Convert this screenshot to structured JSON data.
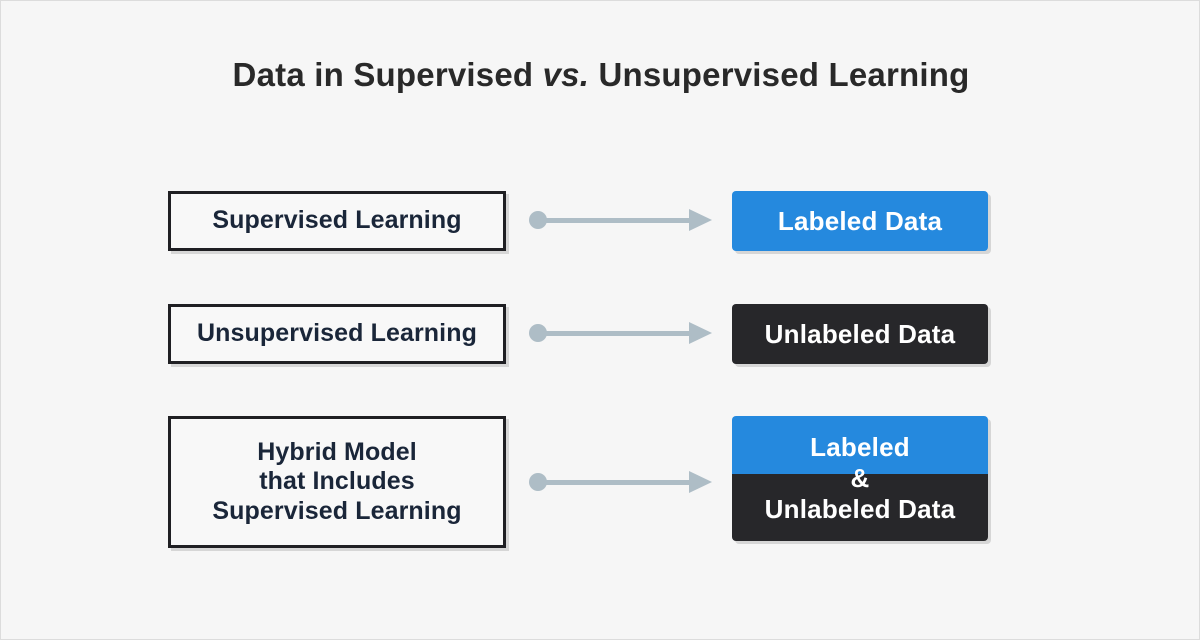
{
  "page": {
    "background_color": "#f6f6f6",
    "border_color": "#dcdcdc"
  },
  "title": {
    "part1": "Data in Supervised ",
    "vs": "vs.",
    "part2": " Unsupervised Learning",
    "full": "Data in Supervised vs. Unsupervised Learning",
    "color": "#292929"
  },
  "colors": {
    "accent_blue": "#2589de",
    "dark": "#27272a",
    "navy_text": "#1a2639",
    "arrow_gray": "#aebdc6",
    "box_border": "#1f1f23"
  },
  "rows": [
    {
      "left_label": "Supervised Learning",
      "left_lines": [
        "Supervised Learning"
      ],
      "connector": "arrow-right",
      "right_label": "Labeled Data",
      "right_style": "blue"
    },
    {
      "left_label": "Unsupervised Learning",
      "left_lines": [
        "Unsupervised Learning"
      ],
      "connector": "arrow-right",
      "right_label": "Unlabeled Data",
      "right_style": "dark"
    },
    {
      "left_label": "Hybrid Model that Includes Supervised Learning",
      "left_lines": [
        "Hybrid Model",
        "that Includes",
        "Supervised Learning"
      ],
      "connector": "arrow-right",
      "right_label": "Labeled & Unlabeled Data",
      "right_lines": [
        "Labeled",
        "&",
        "Unlabeled Data"
      ],
      "right_style": "split-blue-dark"
    }
  ]
}
